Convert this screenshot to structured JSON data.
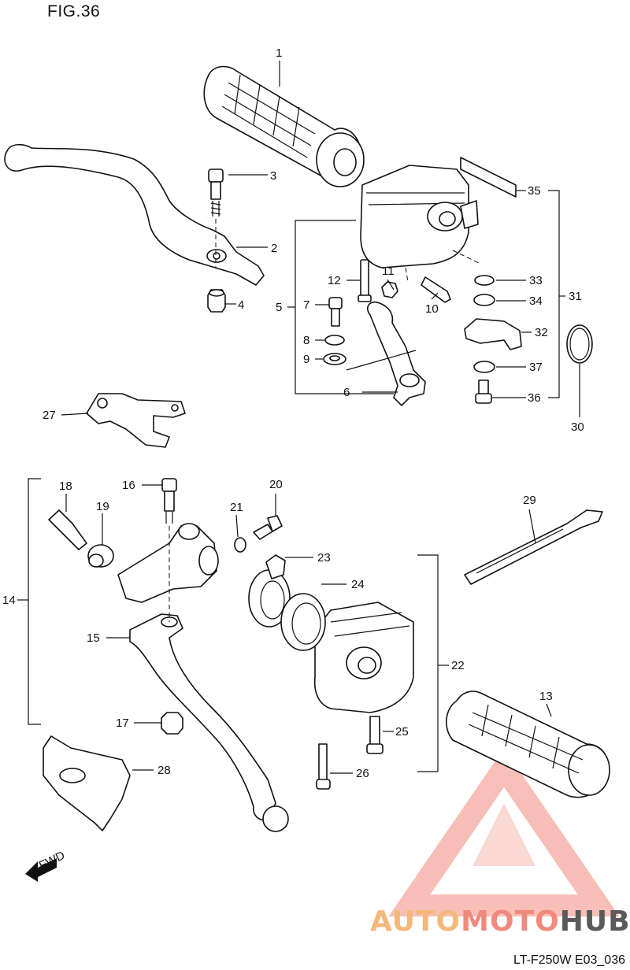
{
  "figure_title": "FIG.36",
  "drawing_code": "LT-F250W E03_036",
  "brand": {
    "part1": "AUTO",
    "part2": "MOTO",
    "part3": "HUB",
    "colors": {
      "auto": "#f5b87a",
      "moto": "#f08a7c",
      "hub": "#5a5a5a",
      "logo": "#f08a7c"
    }
  },
  "fwd_label": "FWD",
  "callouts": [
    "1",
    "2",
    "3",
    "4",
    "5",
    "6",
    "7",
    "8",
    "9",
    "10",
    "11",
    "12",
    "13",
    "14",
    "15",
    "16",
    "17",
    "18",
    "19",
    "20",
    "21",
    "22",
    "23",
    "24",
    "25",
    "26",
    "27",
    "28",
    "29",
    "30",
    "31",
    "32",
    "33",
    "34",
    "35",
    "36",
    "37"
  ]
}
